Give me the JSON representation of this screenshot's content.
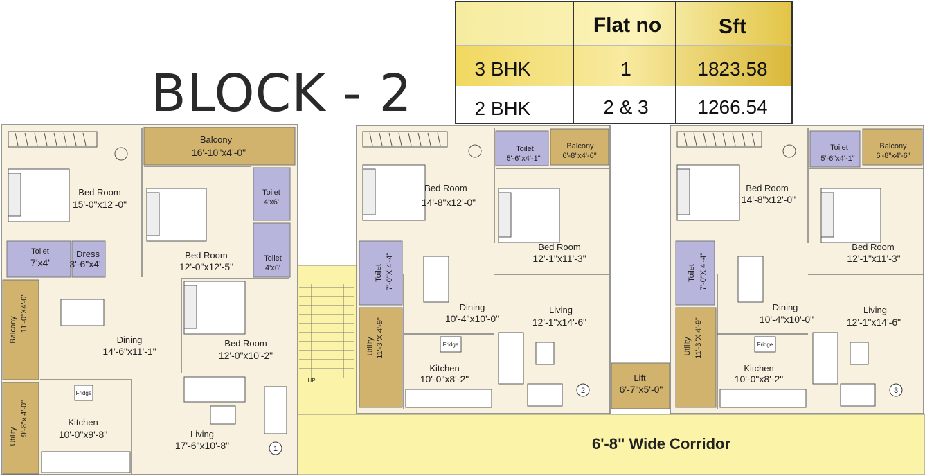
{
  "title": "BLOCK - 2",
  "table": {
    "headers": [
      "Flat no",
      "Sft"
    ],
    "rows": [
      {
        "type": "3 BHK",
        "flat": "1",
        "sft": "1823.58"
      },
      {
        "type": "2 BHK",
        "flat": "2 & 3",
        "sft": "1266.54"
      }
    ]
  },
  "corridor": "6'-8\" Wide Corridor",
  "up_label": "UP",
  "fridge": "Fridge",
  "lift": {
    "name": "Lift",
    "size": "6'-7\"x5'-0\""
  },
  "flat1": {
    "number": "1",
    "rooms": {
      "balcony_top": {
        "name": "Balcony",
        "size": "16'-10\"x4'-0\""
      },
      "bed1": {
        "name": "Bed Room",
        "size": "15'-0\"x12'-0\""
      },
      "bed2": {
        "name": "Bed Room",
        "size": "12'-0\"x12'-5\""
      },
      "bed3": {
        "name": "Bed Room",
        "size": "12'-0\"x10'-2\""
      },
      "toilet_a": {
        "name": "Toilet",
        "size": "4'x6'"
      },
      "toilet_b": {
        "name": "Toilet",
        "size": "4'x6'"
      },
      "toilet_c": {
        "name": "Toilet",
        "size": "7'x4'"
      },
      "dress": {
        "name": "Dress",
        "size": "3'-6\"x4'"
      },
      "balcony_side": {
        "name": "Balcony",
        "size": "11'-0\"X4'-0\""
      },
      "utility": {
        "name": "Utility",
        "size": "9'-8\"x 4'-0\""
      },
      "dining": {
        "name": "Dining",
        "size": "14'-6\"x11'-1\""
      },
      "kitchen": {
        "name": "Kitchen",
        "size": "10'-0\"x9'-8\""
      },
      "living": {
        "name": "Living",
        "size": "17'-6\"x10'-8\""
      }
    }
  },
  "flat2": {
    "number": "2",
    "rooms": {
      "toilet_top": {
        "name": "Toilet",
        "size": "5'-6\"x4'-1\""
      },
      "balcony": {
        "name": "Balcony",
        "size": "6'-8\"x4'-6\""
      },
      "bed1": {
        "name": "Bed Room",
        "size": "14'-8\"x12'-0\""
      },
      "bed2": {
        "name": "Bed Room",
        "size": "12'-1\"x11'-3\""
      },
      "toilet_side": {
        "name": "Toilet",
        "size": "7'-0\"X 4'-4\""
      },
      "utility": {
        "name": "Utility",
        "size": "11'-3\"X 4'-9\""
      },
      "dining": {
        "name": "Dining",
        "size": "10'-4\"x10'-0\""
      },
      "living": {
        "name": "Living",
        "size": "12'-1\"x14'-6\""
      },
      "kitchen": {
        "name": "Kitchen",
        "size": "10'-0\"x8'-2\""
      }
    }
  },
  "flat3": {
    "number": "3",
    "rooms": {
      "toilet_top": {
        "name": "Toilet",
        "size": "5'-6\"x4'-1\""
      },
      "balcony": {
        "name": "Balcony",
        "size": "6'-8\"x4'-6\""
      },
      "bed1": {
        "name": "Bed Room",
        "size": "14'-8\"x12'-0\""
      },
      "bed2": {
        "name": "Bed Room",
        "size": "12'-1\"x11'-3\""
      },
      "toilet_side": {
        "name": "Toilet",
        "size": "7'-0\"X 4'-4\""
      },
      "utility": {
        "name": "Utility",
        "size": "11'-3\"X 4'-9\""
      },
      "dining": {
        "name": "Dining",
        "size": "10'-4\"x10'-0\""
      },
      "living": {
        "name": "Living",
        "size": "12'-1\"x14'-6\""
      },
      "kitchen": {
        "name": "Kitchen",
        "size": "10'-0\"x8'-2\""
      }
    }
  },
  "colors": {
    "floor": "#f8f1e0",
    "balcony": "#d2b36e",
    "toilet": "#b8b5dc",
    "corridor": "#fbf3a8",
    "header_gold": "#e8cf5a"
  }
}
